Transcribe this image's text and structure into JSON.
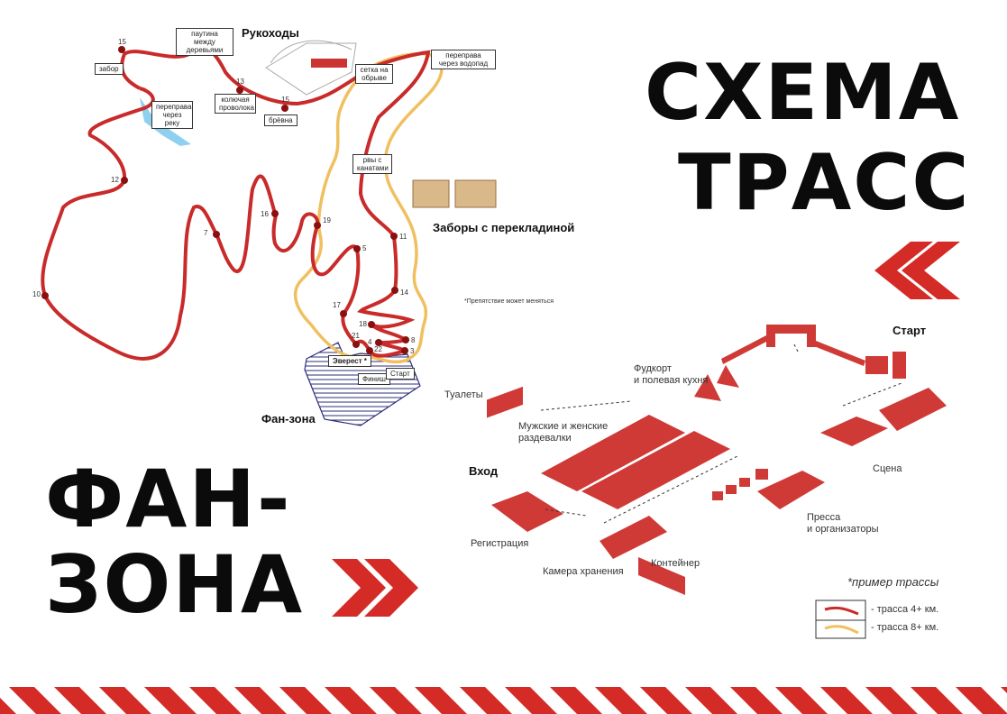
{
  "title": {
    "line1": "СХЕМА",
    "line2": "ТРАСС"
  },
  "fan_zone_title": {
    "line1": "ФАН-",
    "line2": "ЗОНА"
  },
  "map": {
    "headings": {
      "rukokhody": "Рукоходы",
      "fences": "Заборы с перекладиной",
      "fan_zone": "Фан-зона",
      "note": "*Препятствие может меняться"
    },
    "obstacles": [
      {
        "label": "забор"
      },
      {
        "label": "паутина между деревьями"
      },
      {
        "label": "колючая проволока"
      },
      {
        "label": "брёвна"
      },
      {
        "label": "сетка на обрыве"
      },
      {
        "label": "переправа через водопад"
      },
      {
        "label": "переправа через реку"
      },
      {
        "label": "рвы с канатами"
      },
      {
        "label": "Эверест *"
      },
      {
        "label": "Финиш"
      },
      {
        "label": "Старт"
      }
    ],
    "checkpoints": [
      "15",
      "13",
      "15",
      "12",
      "7",
      "16",
      "19",
      "5",
      "11",
      "14",
      "17",
      "18",
      "4",
      "8",
      "3",
      "21",
      "22",
      "10"
    ]
  },
  "festival": {
    "start": "Старт",
    "entrance": "Вход",
    "foodcourt": "Фудкорт\nи полевая кухня",
    "toilets": "Туалеты",
    "changing": "Мужские и женские\nраздевалки",
    "stage": "Сцена",
    "press": "Пресса\nи организаторы",
    "registration": "Регистрация",
    "storage": "Камера хранения",
    "container": "Контейнер"
  },
  "legend": {
    "title": "*пример трассы",
    "items": [
      {
        "label": "- трасса 4+ км.",
        "color": "#d13a36"
      },
      {
        "label": "- трасса 8+ км.",
        "color": "#f2c46d"
      }
    ]
  },
  "colors": {
    "red": "#d42b27",
    "track4": "#c92a2a",
    "track8": "#f0c060",
    "zone": "#2d2f7a"
  }
}
